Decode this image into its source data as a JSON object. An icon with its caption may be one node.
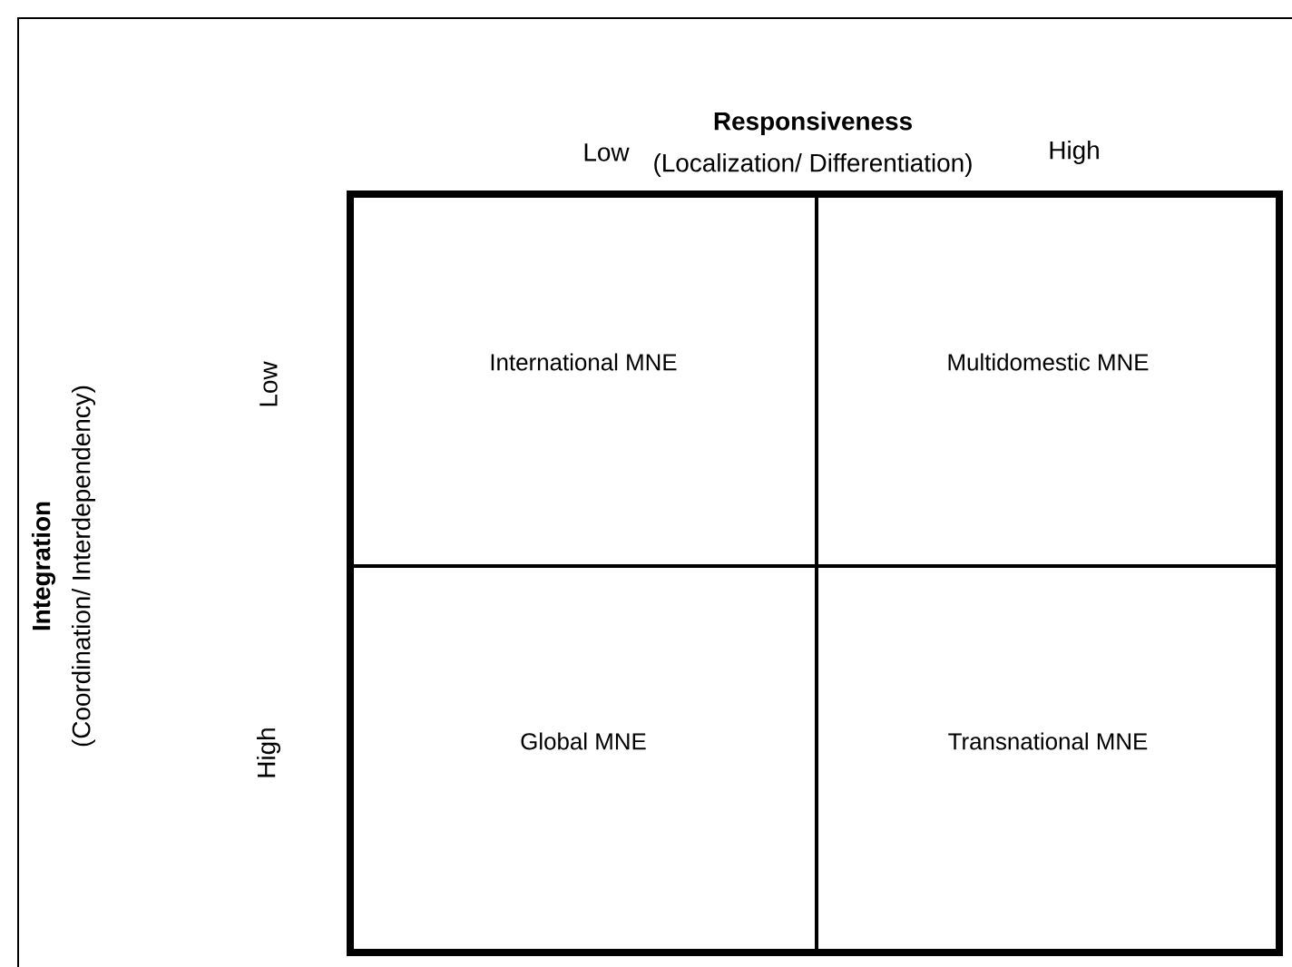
{
  "diagram": {
    "nodes": [
      {
        "text": [
          "International MNE"
        ]
      },
      {
        "text": [
          "Multidomestic MNE"
        ]
      },
      {
        "text": [
          "Global MNE"
        ]
      },
      {
        "text": [
          "Transnational MNE"
        ]
      }
    ],
    "labels": [
      "Responsiveness",
      "(Localization/ Differentiation)",
      "Low",
      "High",
      "Integration",
      "(Coordination/ Interdependency)",
      "Low",
      "High"
    ]
  }
}
